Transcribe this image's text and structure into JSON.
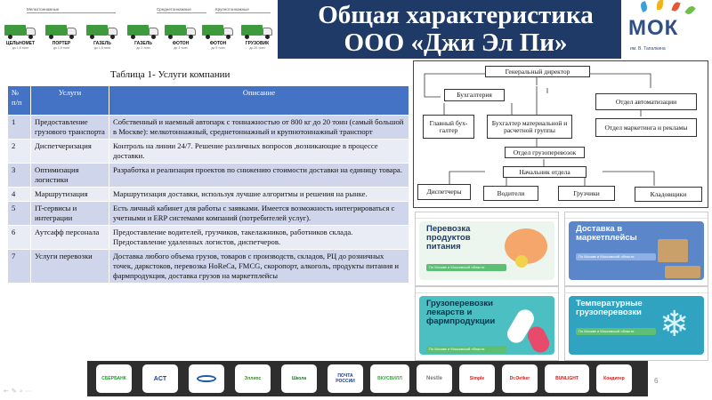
{
  "header": {
    "title_line1": "Общая характеристика",
    "title_line2": "ООО «Джи Эл Пи»",
    "logo_text": "МОК",
    "logo_subtitle": "им. В. Тапалкина"
  },
  "fleet": {
    "categories": [
      "Мелкотоннажные",
      "Среднетоннажные",
      "Крупнотоннажные"
    ],
    "vehicles": [
      {
        "name": "ЦЕЛЬНОМЕТ",
        "capacity": "до 1,5 тонн"
      },
      {
        "name": "ПОРТЕР",
        "capacity": "до 1,5 тонн"
      },
      {
        "name": "ГАЗЕЛЬ",
        "capacity": "до 1,5 тонн"
      },
      {
        "name": "ГАЗЕЛЬ",
        "capacity": "до 2 тонн"
      },
      {
        "name": "ФОТОН",
        "capacity": "до 3 тонн"
      },
      {
        "name": "ФОТОН",
        "capacity": "до 5 тонн"
      },
      {
        "name": "ГРУЗОВИК",
        "capacity": "до 20 тонн"
      }
    ]
  },
  "table": {
    "caption": "Таблица 1- Услуги компании",
    "headers": [
      "№ п/п",
      "Услуги",
      "Описание"
    ],
    "rows": [
      {
        "no": "1",
        "service": "Предоставление грузового транспорта",
        "desc": "Собственный и наемный автопарк с тоннажностью от 800 кг до 20 тонн (самый большой в Москве): мелкотоннажный, среднетоннажный и крупнотоннажный транспорт"
      },
      {
        "no": "2",
        "service": "Диспетчеризация",
        "desc": "Контроль на линии 24/7. Решение различных вопросов ,возникающие в процессе доставки."
      },
      {
        "no": "3",
        "service": "Оптимизация логистики",
        "desc": "Разработка и реализация проектов по снижению стоимости доставки на единицу товара."
      },
      {
        "no": "4",
        "service": "Маршрутизация",
        "desc": "Маршрутизация доставки, используя лучшие алгоритмы и решения на рынке."
      },
      {
        "no": "5",
        "service": "IT-сервисы и интеграции",
        "desc": "Есть личный кабинет для работы с заявками. Имеется возможность интегрироваться с учетными и ERP системами компаний (потребителей услуг)."
      },
      {
        "no": "6",
        "service": "Аутсафф персонала",
        "desc": "Предоставление водителей,  грузчиков, такелажников, работников склада. Предоставление удаленных логистов, диспетчеров."
      },
      {
        "no": "7",
        "service": "Услуги перевозки",
        "desc": "Доставка любого объема грузов, товаров с производств, складов, РЦ до розничных точек, даркстоков, перевозка HoReCa, FMCG, скоропорт, алкоголь, продукты питания и фармпродукция, доставка грузов на маркетплейсы"
      }
    ]
  },
  "org": {
    "ceo": "Генеральный директор",
    "accounting": "Бухгалтерия",
    "chief_accountant": "Главный бух-галтер",
    "materials_accountant": "Бухгалтер материальной и расчетной группы",
    "automation": "Отдел автоматизации",
    "marketing": "Отдел маркетинга и рекламы",
    "freight": "Отдел грузоперевозок",
    "head": "Начальник отдела",
    "dispatchers": "Диспетчеры",
    "drivers": "Водители",
    "loaders": "Грузчики",
    "storekeepers": "Кладовщики"
  },
  "sites": [
    {
      "title": "Перевозка продуктов питания",
      "sub": "По Москве и Московской области",
      "bg": "#ecf6ee"
    },
    {
      "title": "Доставка в маркетплейсы",
      "sub": "По Москве и Московской области",
      "bg": "#5b86c9"
    },
    {
      "title": "Грузоперевозки лекарств и фармпродукции",
      "sub": "По Москве и Московской области",
      "bg": "#4bbfc1"
    },
    {
      "title": "Температурные грузоперевозки",
      "sub": "По Москве и Московской области",
      "bg": "#2fa3c0"
    }
  ],
  "partners": [
    "СБЕРБАНК",
    "ACT",
    "",
    "Эллипс",
    "Школа",
    "ПОЧТА РОССИИ",
    "ВКУСВИЛЛ",
    "Nestle",
    "Simple",
    "Dr.Oetker",
    "BUNLIGHT",
    "Кондитер"
  ],
  "page_number": "6",
  "colors": {
    "banner": "#1f3a67",
    "table_header": "#4472c4",
    "row_odd": "#cfd5ea",
    "row_even": "#e9ebf5",
    "fleet_green": "#3e9a3c"
  }
}
